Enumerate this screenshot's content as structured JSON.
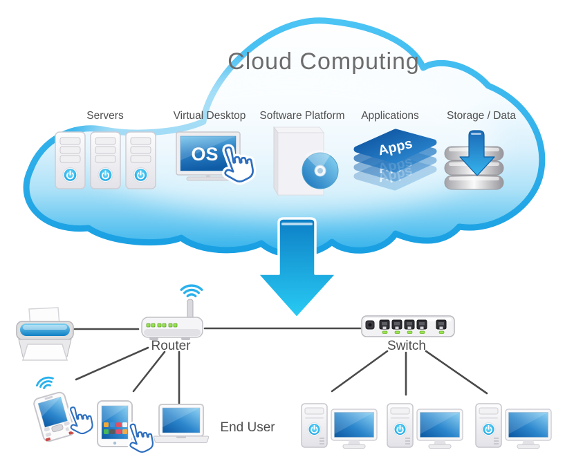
{
  "title": "Cloud Computing",
  "cloud": {
    "items": [
      {
        "label": "Servers"
      },
      {
        "label": "Virtual Desktop",
        "screen_text": "OS"
      },
      {
        "label": "Software Platform"
      },
      {
        "label": "Applications",
        "stack_text": "Apps"
      },
      {
        "label": "Storage / Data"
      }
    ]
  },
  "network": {
    "router_label": "Router",
    "switch_label": "Switch",
    "end_user_label": "End User"
  },
  "colors": {
    "cloud_blue": "#2fb0ea",
    "screen_blue": "#2c86cc",
    "line_gray": "#4a4a4a",
    "label_gray": "#4e4e4e",
    "led_green": "#97e24c"
  }
}
